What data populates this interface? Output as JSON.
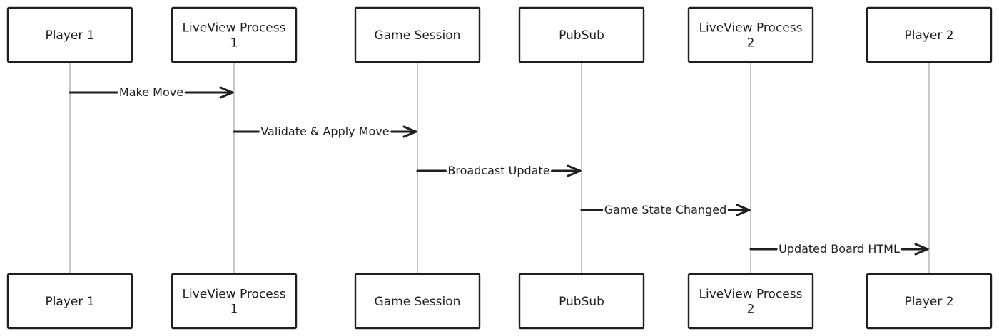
{
  "participants": [
    {
      "id": "p1",
      "label": [
        "Player 1"
      ]
    },
    {
      "id": "lv1",
      "label": [
        "LiveView Process",
        "1"
      ]
    },
    {
      "id": "gs",
      "label": [
        "Game Session"
      ]
    },
    {
      "id": "ps",
      "label": [
        "PubSub"
      ]
    },
    {
      "id": "lv2",
      "label": [
        "LiveView Process",
        "2"
      ]
    },
    {
      "id": "p2",
      "label": [
        "Player 2"
      ]
    }
  ],
  "messages": [
    {
      "from": "p1",
      "to": "lv1",
      "label": "Make Move"
    },
    {
      "from": "lv1",
      "to": "gs",
      "label": "Validate & Apply Move"
    },
    {
      "from": "gs",
      "to": "ps",
      "label": "Broadcast Update"
    },
    {
      "from": "ps",
      "to": "lv2",
      "label": "Game State Changed"
    },
    {
      "from": "lv2",
      "to": "p2",
      "label": "Updated Board HTML"
    }
  ],
  "colors": {
    "stroke": "#1e1e1e",
    "lifeline": "#9a9a9a",
    "background": "#ffffff"
  }
}
